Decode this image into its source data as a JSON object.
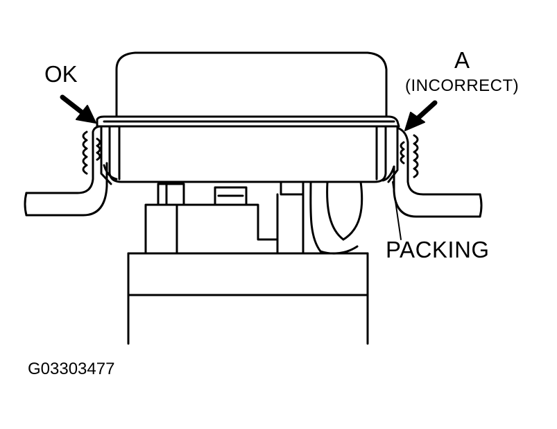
{
  "labels": {
    "ok": "OK",
    "a": "A",
    "incorrect": "(INCORRECT)",
    "packing": "PACKING",
    "figure_code": "G03303477"
  },
  "colors": {
    "line": "#000000",
    "background": "#ffffff"
  }
}
